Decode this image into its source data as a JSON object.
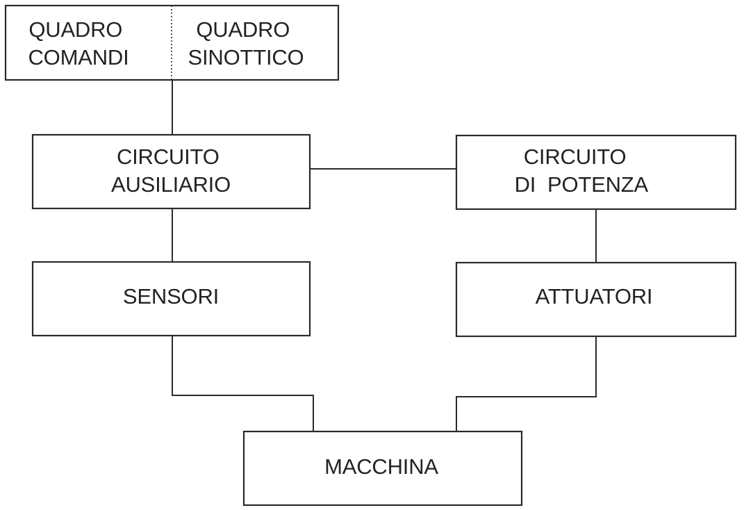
{
  "blocks": {
    "quadro_comandi": [
      "QUADRO",
      "COMANDI"
    ],
    "quadro_sinottico": [
      "QUADRO",
      "SINOTTICO"
    ],
    "circuito_ausiliario": [
      "CIRCUITO",
      "AUSILIARIO"
    ],
    "circuito_potenza": [
      "CIRCUITO",
      "DI  POTENZA"
    ],
    "sensori": "SENSORI",
    "attuatori": "ATTUATORI",
    "macchina": "MACCHINA"
  },
  "connections": [
    [
      "quadro",
      "circuito_ausiliario"
    ],
    [
      "circuito_ausiliario",
      "circuito_potenza"
    ],
    [
      "circuito_ausiliario",
      "sensori"
    ],
    [
      "circuito_potenza",
      "attuatori"
    ],
    [
      "sensori",
      "macchina"
    ],
    [
      "attuatori",
      "macchina"
    ]
  ],
  "colors": {
    "line": "#2a2a2a",
    "text": "#222222",
    "background": "#ffffff"
  }
}
